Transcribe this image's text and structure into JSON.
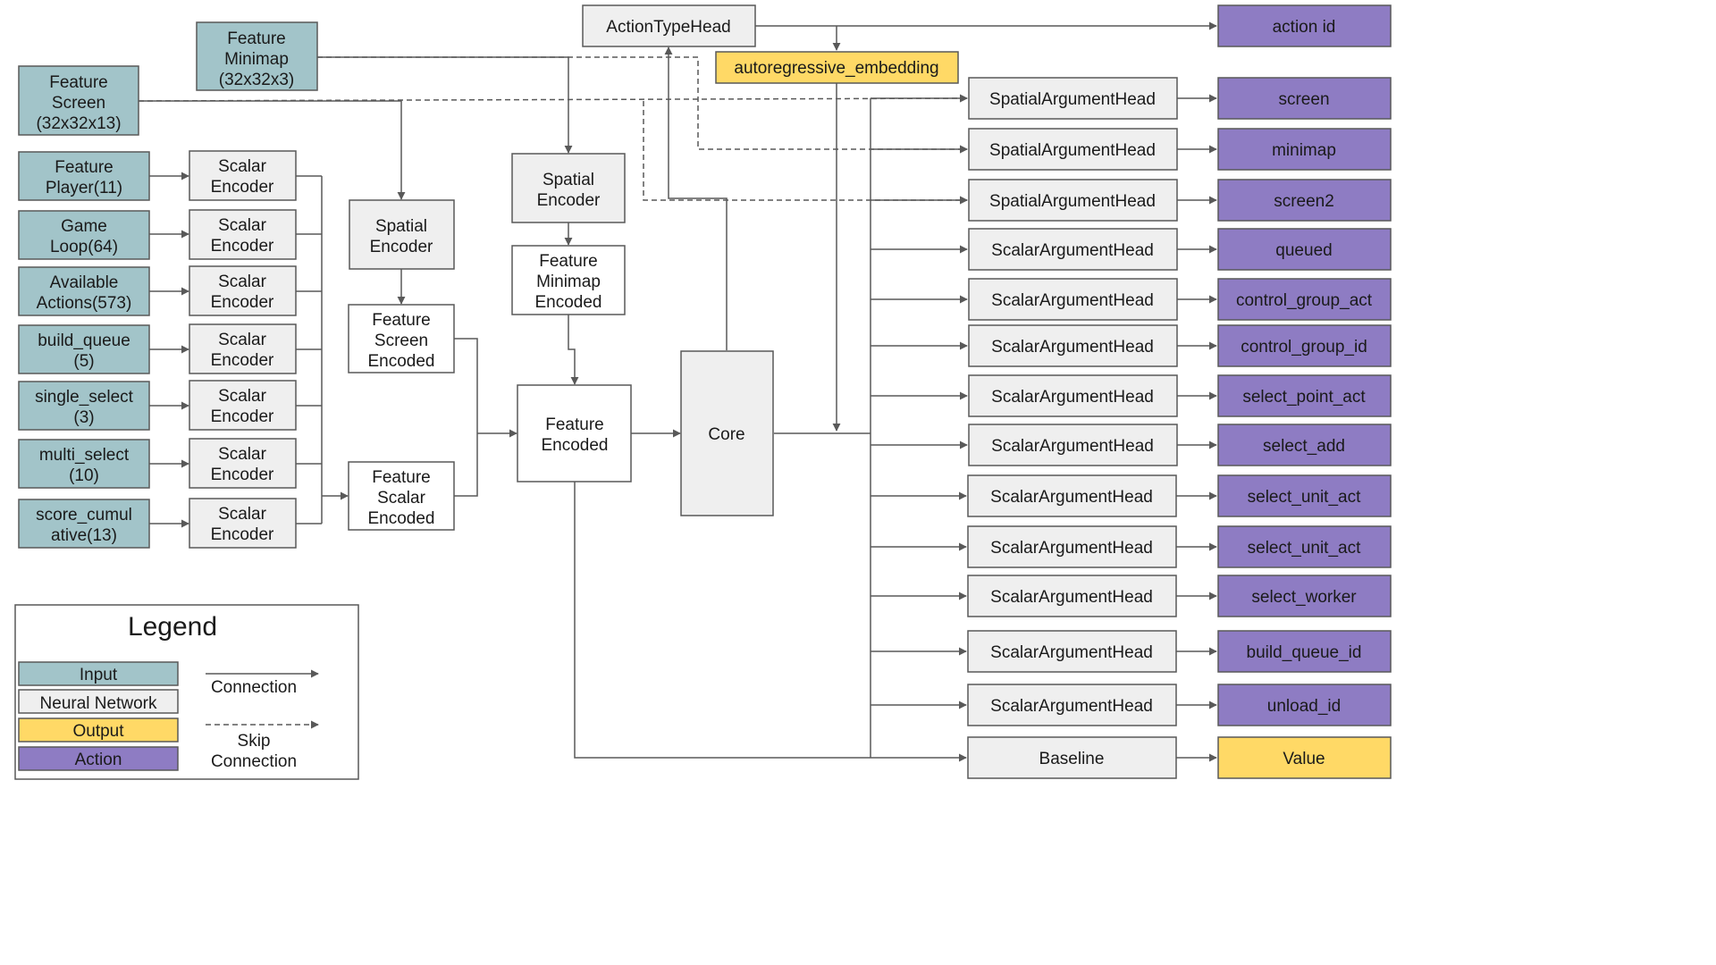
{
  "inputs": {
    "feature_screen": [
      "Feature",
      "Screen",
      "(32x32x13)"
    ],
    "feature_minimap": [
      "Feature",
      "Minimap",
      "(32x32x3)"
    ],
    "feature_player": [
      "Feature",
      "Player(11)"
    ],
    "game_loop": [
      "Game",
      "Loop(64)"
    ],
    "available_actions": [
      "Available",
      "Actions(573)"
    ],
    "build_queue": [
      "build_queue",
      "(5)"
    ],
    "single_select": [
      "single_select",
      "(3)"
    ],
    "multi_select": [
      "multi_select",
      "(10)"
    ],
    "score_cumulative": [
      "score_cumul",
      "ative(13)"
    ]
  },
  "encoders": {
    "scalar_encoder": [
      "Scalar",
      "Encoder"
    ],
    "spatial_encoder": [
      "Spatial",
      "Encoder"
    ]
  },
  "encoded": {
    "feature_screen_encoded": [
      "Feature",
      "Screen",
      "Encoded"
    ],
    "feature_minimap_encoded": [
      "Feature",
      "Minimap",
      "Encoded"
    ],
    "feature_scalar_encoded": [
      "Feature",
      "Scalar",
      "Encoded"
    ],
    "feature_encoded": [
      "Feature",
      "Encoded"
    ]
  },
  "core": "Core",
  "action_type_head": "ActionTypeHead",
  "autoregressive_embedding": "autoregressive_embedding",
  "heads": {
    "spatial": "SpatialArgumentHead",
    "scalar": "ScalarArgumentHead",
    "baseline": "Baseline"
  },
  "actions": [
    "action id",
    "screen",
    "minimap",
    "screen2",
    "queued",
    "control_group_act",
    "control_group_id",
    "select_point_act",
    "select_add",
    "select_unit_act",
    "select_unit_act",
    "select_worker",
    "build_queue_id",
    "unload_id"
  ],
  "value_output": "Value",
  "legend": {
    "title": "Legend",
    "input": "Input",
    "neural_network": "Neural Network",
    "output": "Output",
    "action": "Action",
    "connection": "Connection",
    "skip_connection": [
      "Skip",
      "Connection"
    ]
  },
  "colors": {
    "input": "#a2c4c9",
    "neural_network": "#efefef",
    "output": "#ffd966",
    "action": "#8e7cc3"
  }
}
